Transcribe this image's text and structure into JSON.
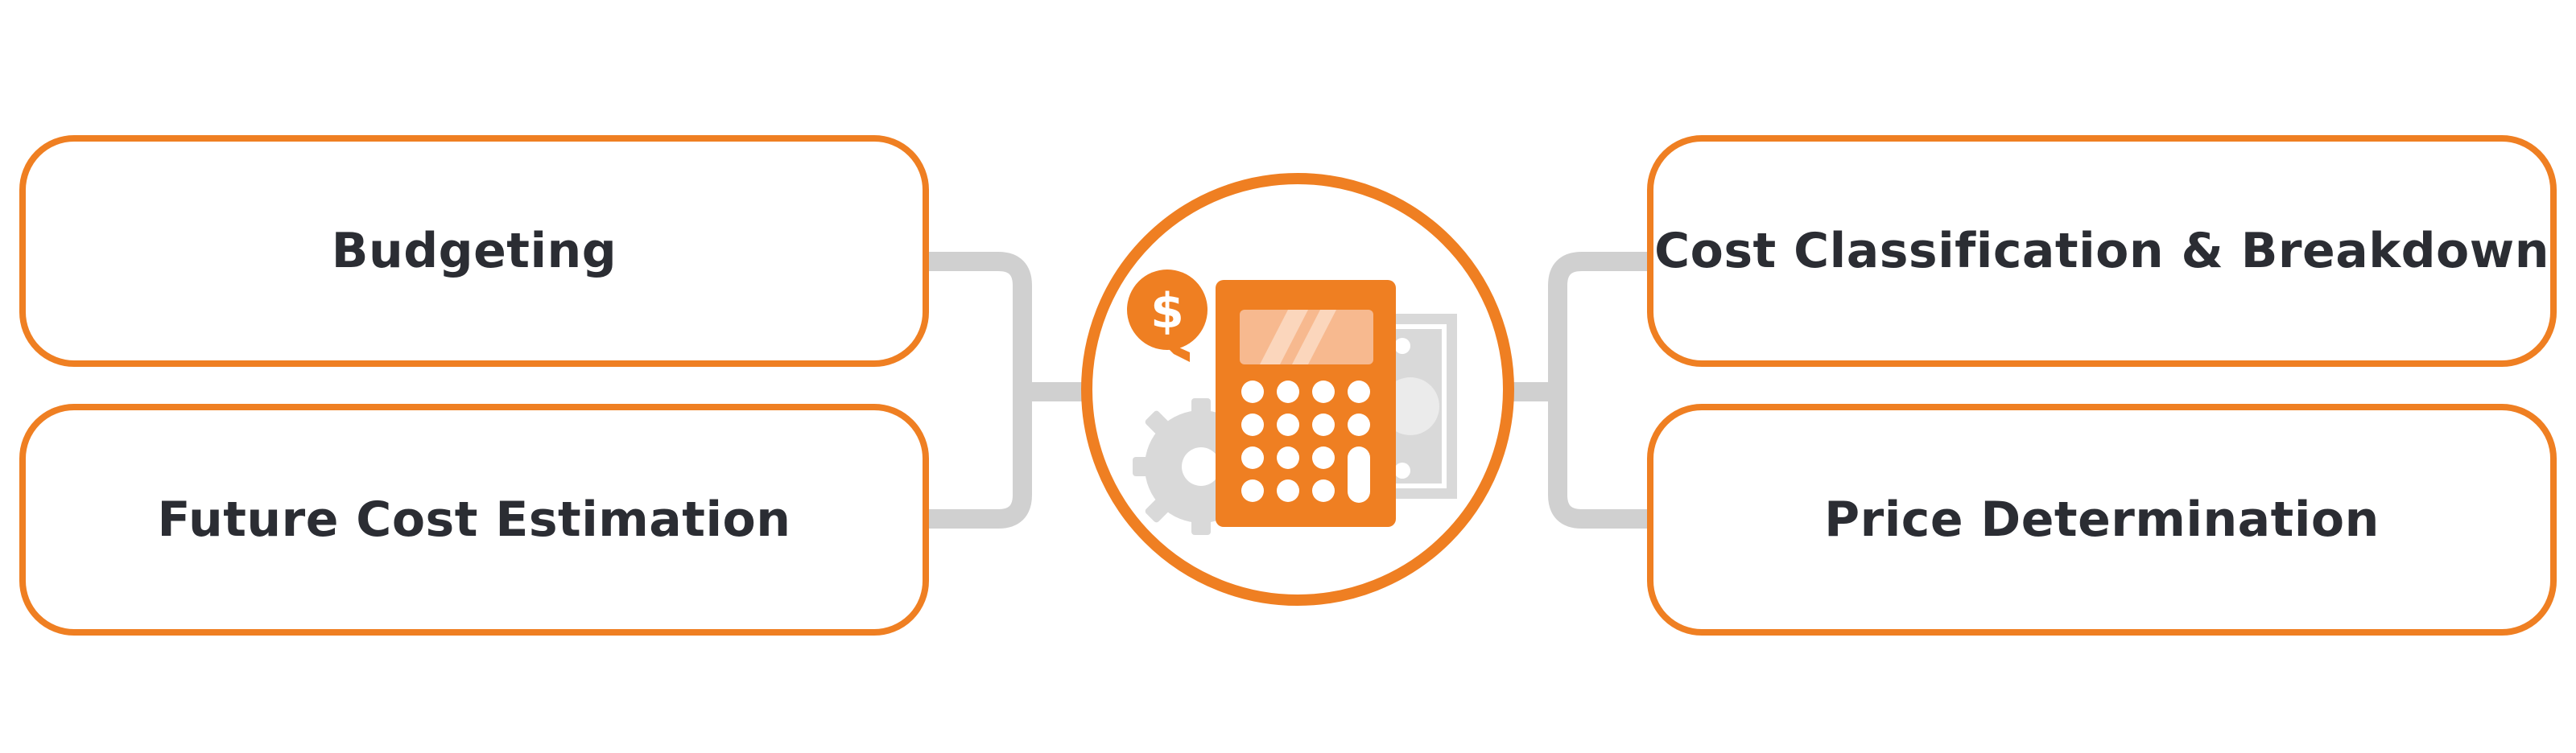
{
  "diagram": {
    "left_nodes": [
      {
        "label": "Budgeting"
      },
      {
        "label": "Future Cost Estimation"
      }
    ],
    "right_nodes": [
      {
        "label": "Cost Classification & Breakdown"
      },
      {
        "label": "Price Determination"
      }
    ],
    "center": {
      "icon": "calculator-icon",
      "badge_symbol": "$"
    },
    "colors": {
      "accent": "#ef7f22",
      "connector": "#d0d0d0",
      "text": "#2b2d33",
      "background": "#ffffff"
    }
  }
}
